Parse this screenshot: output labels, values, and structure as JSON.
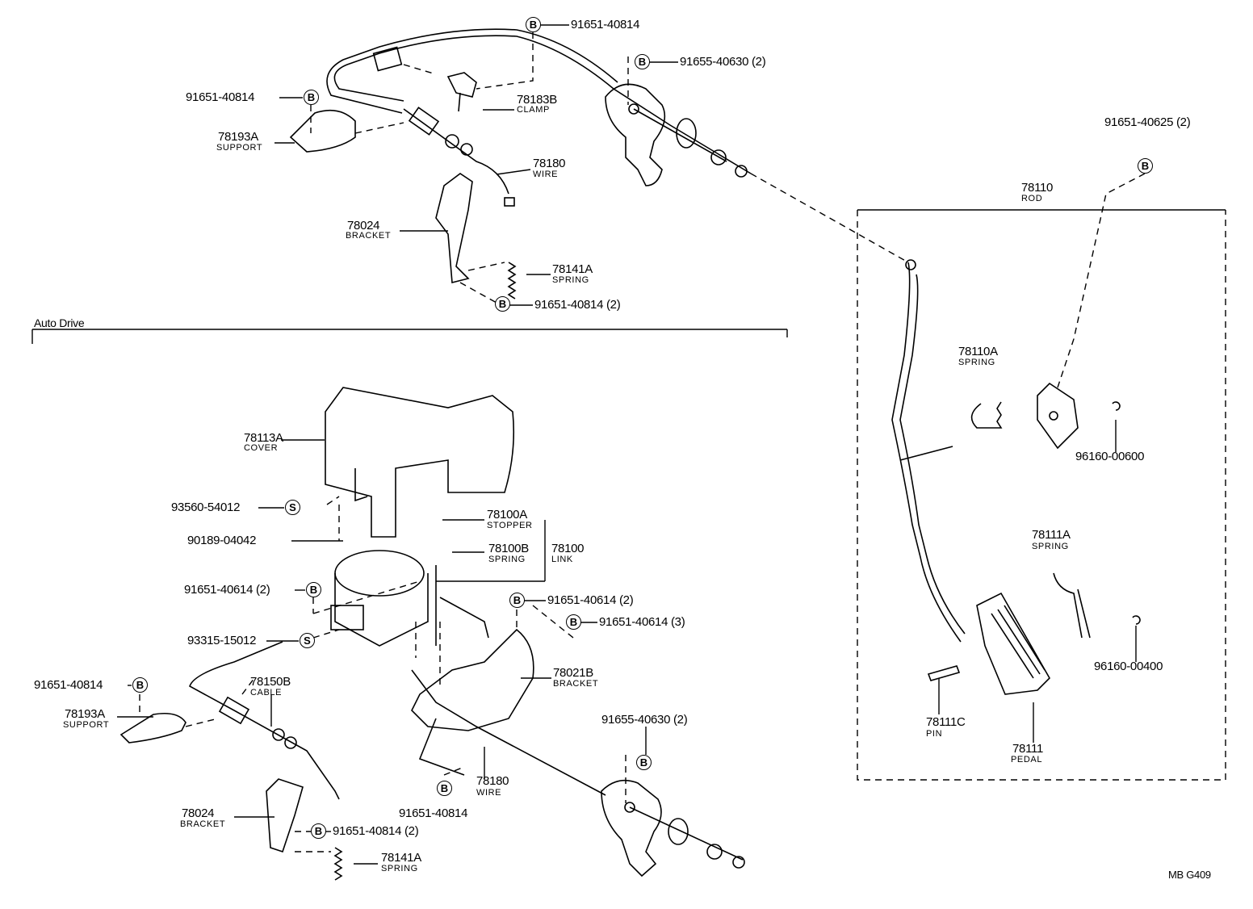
{
  "fastener_symbols": {
    "bolt": "B",
    "screw": "S"
  },
  "section_title": "Auto Drive",
  "drawing_code": "MB G409",
  "top": {
    "clamp_bolt": "91651-40814",
    "bracket_bolt": "91655-40630 (2)",
    "support_bolt": "91651-40814",
    "clamp": {
      "part": "78183B",
      "name": "CLAMP"
    },
    "support": {
      "part": "78193A",
      "name": "SUPPORT"
    },
    "wire": {
      "part": "78180",
      "name": "WIRE"
    },
    "bracket": {
      "part": "78024",
      "name": "BRACKET"
    },
    "spring": {
      "part": "78141A",
      "name": "SPRING"
    },
    "spring_bolt": "91651-40814 (2)"
  },
  "pedal_group": {
    "pedal_bolt": "91651-40625 (2)",
    "rod": {
      "part": "78110",
      "name": "ROD"
    },
    "rod_spring": {
      "part": "78110A",
      "name": "SPRING"
    },
    "clip_a": "96160-00600",
    "pedal_spring": {
      "part": "78111A",
      "name": "SPRING"
    },
    "clip_b": "96160-00400",
    "pin": {
      "part": "78111C",
      "name": "PIN"
    },
    "pedal": {
      "part": "78111",
      "name": "PEDAL"
    }
  },
  "auto": {
    "cover": {
      "part": "78113A",
      "name": "COVER"
    },
    "cover_screw": "93560-54012",
    "nut": "90189-04042",
    "stopper": {
      "part": "78100A",
      "name": "STOPPER"
    },
    "link_spring": {
      "part": "78100B",
      "name": "SPRING"
    },
    "link": {
      "part": "78100",
      "name": "LINK"
    },
    "link_bolt": "91651-40614 (2)",
    "bracket_bolt_a": "91651-40614 (2)",
    "bracket_bolt_b": "91651-40614 (3)",
    "actuator_screw": "93315-15012",
    "support_bolt": "91651-40814",
    "bracket_b": {
      "part": "78021B",
      "name": "BRACKET"
    },
    "cable": {
      "part": "78150B",
      "name": "CABLE"
    },
    "support": {
      "part": "78193A",
      "name": "SUPPORT"
    },
    "pedal_bracket_bolt": "91655-40630 (2)",
    "wire": {
      "part": "78180",
      "name": "WIRE"
    },
    "wire_bolt": "91651-40814",
    "bracket": {
      "part": "78024",
      "name": "BRACKET"
    },
    "bracket_bolt": "91651-40814 (2)",
    "spring": {
      "part": "78141A",
      "name": "SPRING"
    }
  }
}
